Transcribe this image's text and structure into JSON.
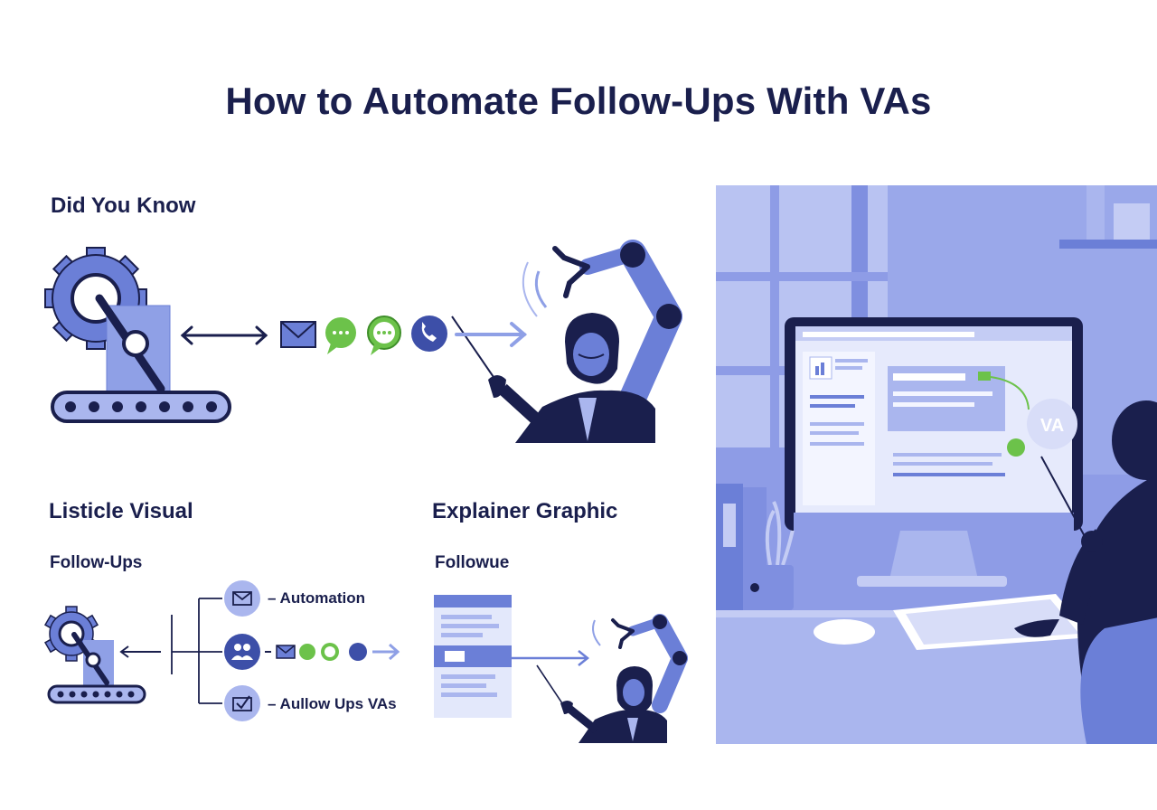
{
  "title": "How to Automate Follow-Ups With VAs",
  "sections": {
    "did_you_know": "Did You Know",
    "listicle": "Listicle Visual",
    "explainer": "Explainer Graphic"
  },
  "listicle": {
    "subtitle": "Follow-Ups",
    "items": [
      {
        "label": "– Automation",
        "icon": "envelope-icon"
      },
      {
        "label": "",
        "icon": "people-icon"
      },
      {
        "label": "– Aullow Ups VAs",
        "icon": "check-envelope-icon"
      }
    ]
  },
  "explainer": {
    "subtitle": "Followue"
  },
  "scene": {
    "va_bubble": "VA"
  },
  "colors": {
    "navy": "#1a1f4d",
    "periwinkle": "#6b7fd7",
    "light_blue": "#aab6ee",
    "green": "#6cc24a",
    "scene_bg": "#8e9ce6"
  },
  "icons": [
    "gear-icon",
    "conveyor-icon",
    "double-arrow-icon",
    "envelope-icon",
    "chat-bubble-icon",
    "phone-icon",
    "arrow-right-icon",
    "robot-arm-icon",
    "person-icon"
  ]
}
